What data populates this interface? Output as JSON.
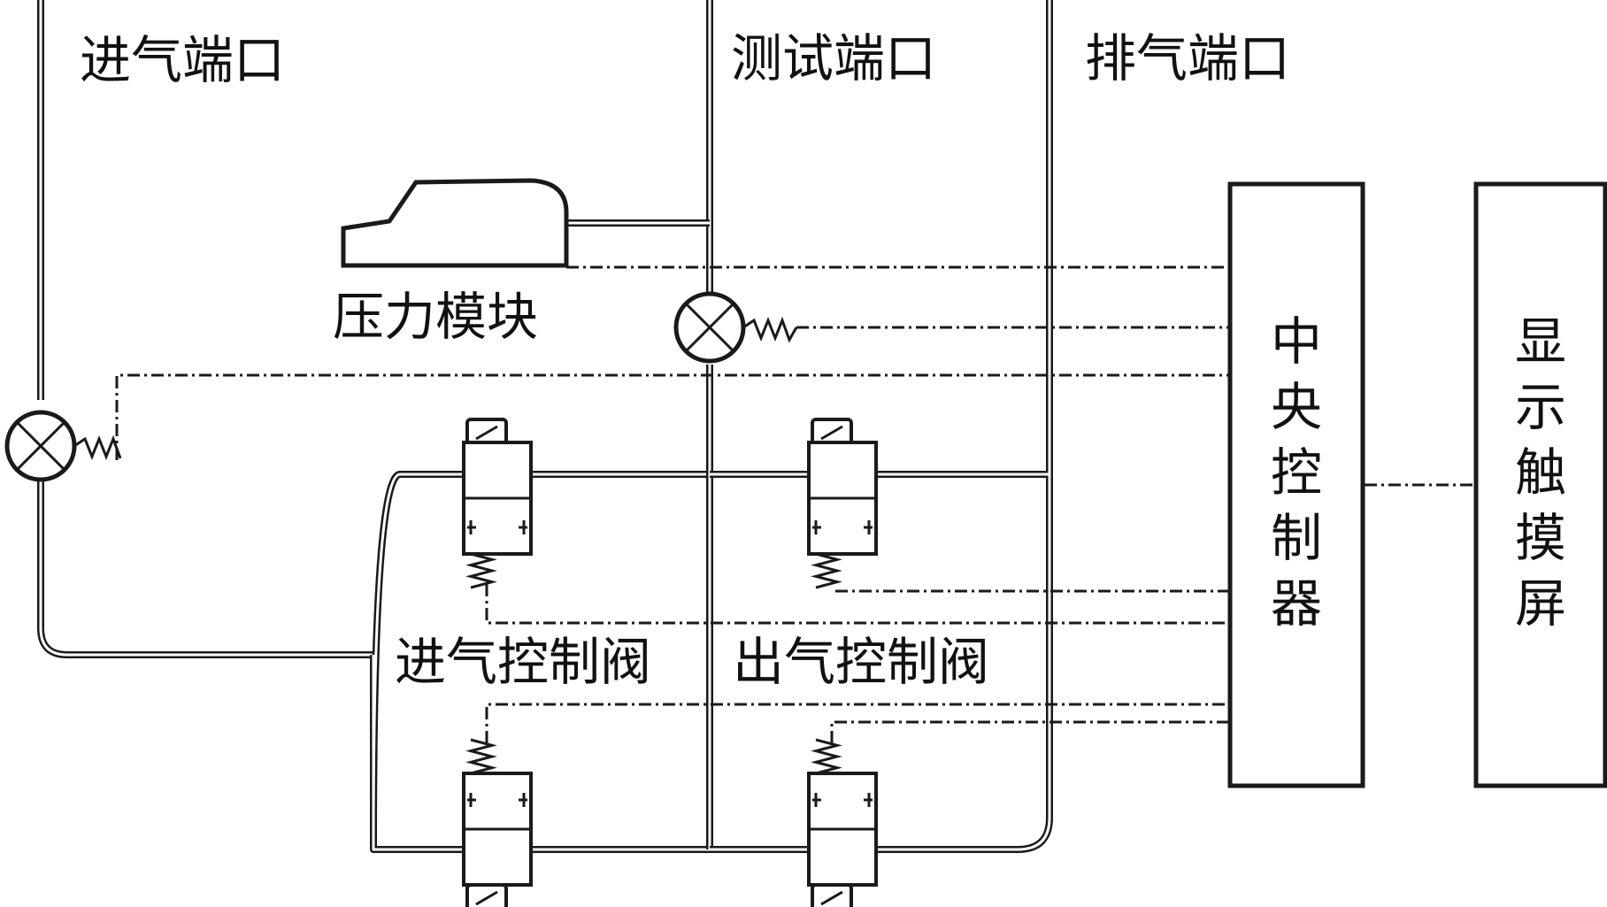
{
  "labels": {
    "inlet_port": "进气端口",
    "test_port": "测试端口",
    "exhaust_port": "排气端口",
    "pressure_module": "压力模块",
    "inlet_valve": "进气控制阀",
    "outlet_valve": "出气控制阀",
    "controller": [
      "中",
      "央",
      "控",
      "制",
      "器"
    ],
    "display": [
      "显",
      "示",
      "触",
      "摸",
      "屏"
    ]
  },
  "colors": {
    "line": "#1a1a1a",
    "background": "#ffffff"
  }
}
